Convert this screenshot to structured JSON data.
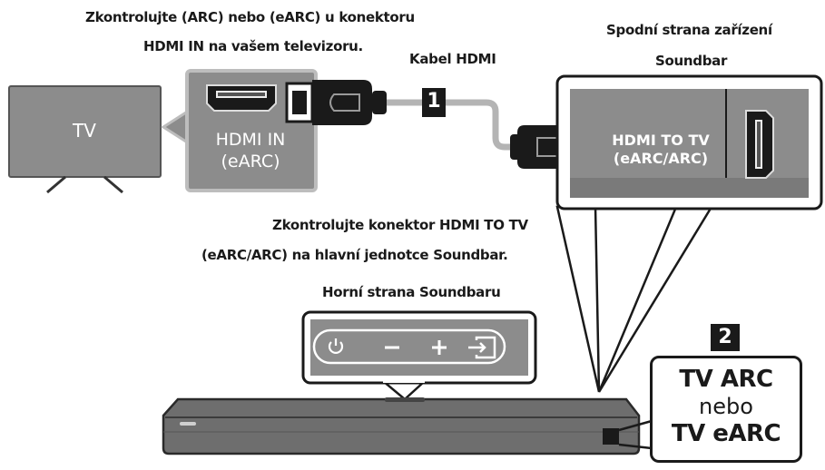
{
  "captions": {
    "check_tv_line1": "Zkontrolujte (ARC) nebo (eARC) u konektoru",
    "check_tv_line2": "HDMI IN na vašem televizoru.",
    "cable": "Kabel HDMI",
    "bottom_side_line1": "Spodní strana zařízení",
    "bottom_side_line2": "Soundbar",
    "check_soundbar_line1": "Zkontrolujte konektor HDMI TO TV",
    "check_soundbar_line2": "(eARC/ARC) na hlavní jednotce Soundbar.",
    "top_side": "Horní strana Soundbaru"
  },
  "tv": {
    "label": "TV"
  },
  "tv_port": {
    "line1": "HDMI IN",
    "line2": "(eARC)"
  },
  "soundbar_port": {
    "line1": "HDMI TO TV",
    "line2": "(eARC/ARC)"
  },
  "steps": {
    "one": "1",
    "two": "2"
  },
  "arc_box": {
    "line1": "TV ARC",
    "line2": "nebo",
    "line3": "TV eARC"
  },
  "colors": {
    "panel": "#8c8c8c",
    "dark": "#1a1a1a",
    "cable": "#b4b4b4",
    "soundbar": "#6e6e6e"
  }
}
